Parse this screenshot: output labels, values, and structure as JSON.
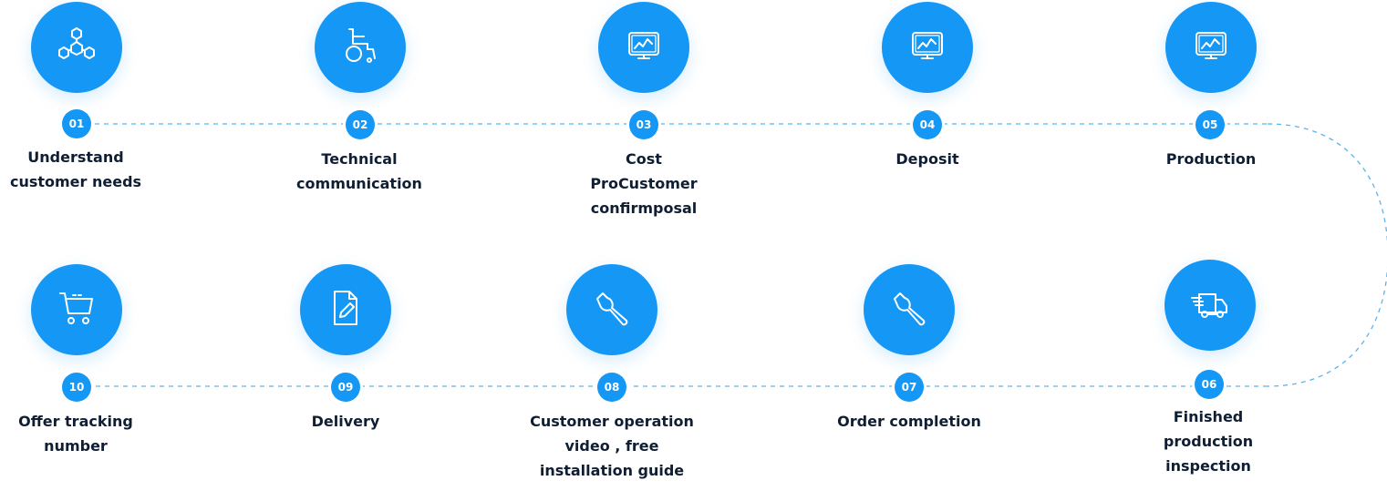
{
  "colors": {
    "accent": "#1497f5",
    "text": "#0f1e33",
    "line": "#5bb3ec"
  },
  "steps": [
    {
      "number": "01",
      "label": "Understand\ncustomer needs",
      "icon": "cubes-network-icon"
    },
    {
      "number": "02",
      "label": "Technical\ncommunication",
      "icon": "wheelchair-icon"
    },
    {
      "number": "03",
      "label": "Cost\nProCustomer\nconfirmposal",
      "icon": "monitor-chart-icon"
    },
    {
      "number": "04",
      "label": "Deposit",
      "icon": "monitor-chart-icon"
    },
    {
      "number": "05",
      "label": "Production",
      "icon": "monitor-chart-icon"
    },
    {
      "number": "06",
      "label": "Finished\nproduction\ninspection",
      "icon": "delivery-truck-icon"
    },
    {
      "number": "07",
      "label": "Order completion",
      "icon": "wrench-icon"
    },
    {
      "number": "08",
      "label": "Customer operation\nvideo , free\ninstallation guide",
      "icon": "wrench-icon"
    },
    {
      "number": "09",
      "label": "Delivery",
      "icon": "document-edit-icon"
    },
    {
      "number": "10",
      "label": "Offer tracking\nnumber",
      "icon": "shopping-cart-icon"
    }
  ]
}
